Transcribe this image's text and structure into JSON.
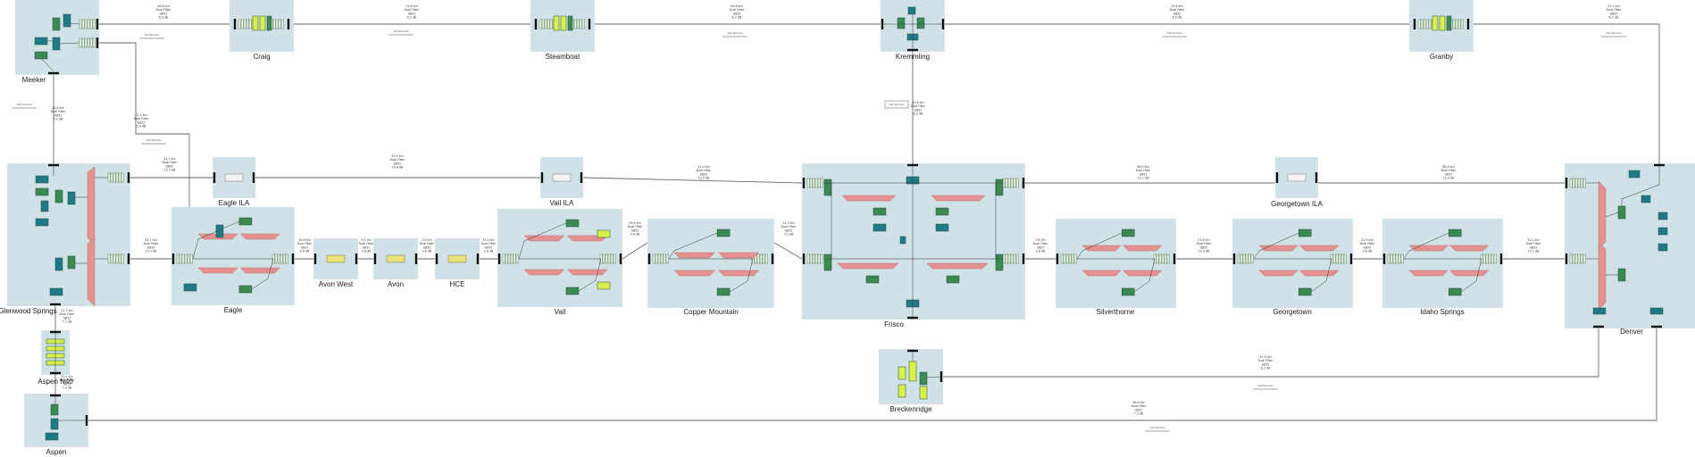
{
  "colors": {
    "site_bg": "#d0e2e8",
    "fiber": "#666666",
    "wire": "#333333",
    "green": "#3c8a52",
    "teal": "#1f7a86",
    "lime": "#d9f04a",
    "mux": "#e39191",
    "terminal": "#111111"
  },
  "sites": [
    {
      "id": "meeker",
      "name": "Meeker"
    },
    {
      "id": "craig",
      "name": "Craig"
    },
    {
      "id": "steamboat",
      "name": "Steamboat"
    },
    {
      "id": "kremmling",
      "name": "Kremmling"
    },
    {
      "id": "granby",
      "name": "Granby"
    },
    {
      "id": "glenwood",
      "name": "Glenwood Springs"
    },
    {
      "id": "eagle_ila",
      "name": "Eagle ILA"
    },
    {
      "id": "eagle",
      "name": "Eagle"
    },
    {
      "id": "avon_west",
      "name": "Avon West"
    },
    {
      "id": "avon",
      "name": "Avon"
    },
    {
      "id": "hce",
      "name": "HCE"
    },
    {
      "id": "vail_ila",
      "name": "Vail ILA"
    },
    {
      "id": "vail",
      "name": "Vail"
    },
    {
      "id": "copper",
      "name": "Copper Mountain"
    },
    {
      "id": "frisco",
      "name": "Frisco"
    },
    {
      "id": "silverthorne",
      "name": "Silverthorne"
    },
    {
      "id": "georgetown_ila",
      "name": "Georgetown ILA"
    },
    {
      "id": "georgetown",
      "name": "Georgetown"
    },
    {
      "id": "idaho",
      "name": "Idaho Springs"
    },
    {
      "id": "denver",
      "name": "Denver"
    },
    {
      "id": "breckenridge",
      "name": "Breckenridge"
    },
    {
      "id": "aspen_n40",
      "name": "Aspen N40"
    },
    {
      "id": "aspen",
      "name": "Aspen"
    }
  ],
  "links": [
    {
      "id": "meeker-craig",
      "text": [
        "28.8 km",
        "Dual Fiber",
        "G652",
        "6.5 dB"
      ]
    },
    {
      "id": "craig-steamboat",
      "text": [
        "25.8 km",
        "Dual Fiber",
        "G652",
        "6.2 dB"
      ]
    },
    {
      "id": "steamboat-kremmling",
      "text": [
        "28.6 km",
        "Dual Fiber",
        "G652",
        "6.1 dB"
      ]
    },
    {
      "id": "kremmling-granby",
      "text": [
        "29.0 km",
        "Dual Fiber",
        "G652",
        "6.2 dB"
      ]
    },
    {
      "id": "granby-denver",
      "text": [
        "23.3 km",
        "Dual Fiber",
        "G652",
        "6.1 dB"
      ]
    },
    {
      "id": "meeker-glenwood",
      "text": [
        "20.8 km",
        "Dual Fiber",
        "G652",
        "5.0 dB"
      ]
    },
    {
      "id": "meeker-eagle",
      "text": [
        "22.5 km",
        "Dual Fiber",
        "G652",
        "5.4 dB"
      ]
    },
    {
      "id": "kremmling-frisco",
      "text": [
        "25.6 km",
        "Dual Fiber",
        "G652",
        "6.2 dB"
      ]
    },
    {
      "id": "glenwood-eagleila",
      "text": [
        "34.7 km",
        "Dual Fiber",
        "G652",
        "10.7 dB"
      ]
    },
    {
      "id": "eagleila-vailila",
      "text": [
        "55.5 km",
        "Dual Fiber",
        "G652",
        "14.8 dB"
      ]
    },
    {
      "id": "vailila-frisco",
      "text": [
        "51.0 km",
        "Dual Fiber",
        "G652",
        "12.9 dB"
      ]
    },
    {
      "id": "frisco-georgetownila",
      "text": [
        "46.5 km",
        "Dual Fiber",
        "G652",
        "12.1 dB"
      ]
    },
    {
      "id": "georgetownila-denver",
      "text": [
        "88.0 km",
        "Dual Fiber",
        "G652",
        "22.0 dB"
      ]
    },
    {
      "id": "glenwood-eagle",
      "text": [
        "54.7 km",
        "Dual Fiber",
        "G652",
        "13.7 dB"
      ]
    },
    {
      "id": "eagle-avonwest",
      "text": [
        "20.8 km",
        "Dual Fiber",
        "G652",
        "4.9 dB"
      ]
    },
    {
      "id": "avonwest-avon",
      "text": [
        "3.0 km",
        "Dual Fiber",
        "G652",
        "3.8 dB"
      ]
    },
    {
      "id": "avon-hce",
      "text": [
        "3.0 km",
        "Dual Fiber",
        "G652",
        "3.8 dB"
      ]
    },
    {
      "id": "hce-vail",
      "text": [
        "13.0 km",
        "Dual Fiber",
        "G652",
        "3.8 dB"
      ]
    },
    {
      "id": "vail-copper",
      "text": [
        "29.0 km",
        "Dual Fiber",
        "G652",
        "5.8 dB"
      ]
    },
    {
      "id": "copper-frisco",
      "text": [
        "11.3 km",
        "Dual Fiber",
        "G652",
        "3.1 dB"
      ]
    },
    {
      "id": "frisco-silverthorne",
      "text": [
        "7.8 km",
        "Dual Fiber",
        "G652",
        "2.8 dB"
      ]
    },
    {
      "id": "silverthorne-georgetown",
      "text": [
        "21.8 km",
        "Dual Fiber",
        "G652",
        "10.4 dB"
      ]
    },
    {
      "id": "georgetown-idaho",
      "text": [
        "22.9 km",
        "Dual Fiber",
        "G652",
        "9.6 dB"
      ]
    },
    {
      "id": "idaho-denver",
      "text": [
        "53.1 km",
        "Dual Fiber",
        "G652",
        "13.2 dB"
      ]
    },
    {
      "id": "glenwood-aspenn40",
      "text": [
        "22.3 km",
        "Dual Fiber",
        "G652",
        "7.1 dB"
      ]
    },
    {
      "id": "aspenn40-aspen",
      "text": [
        "22.2 km",
        "Dual Fiber",
        "G652",
        "7.0 dB"
      ]
    },
    {
      "id": "breck-denver",
      "text": [
        "33.3 km",
        "Dual Fiber",
        "G652",
        "6.2 dB"
      ]
    },
    {
      "id": "aspen-denver",
      "text": [
        "36.0 km",
        "Dual Fiber",
        "G652",
        "7.5 dB"
      ]
    }
  ],
  "service_label": "1st Service"
}
